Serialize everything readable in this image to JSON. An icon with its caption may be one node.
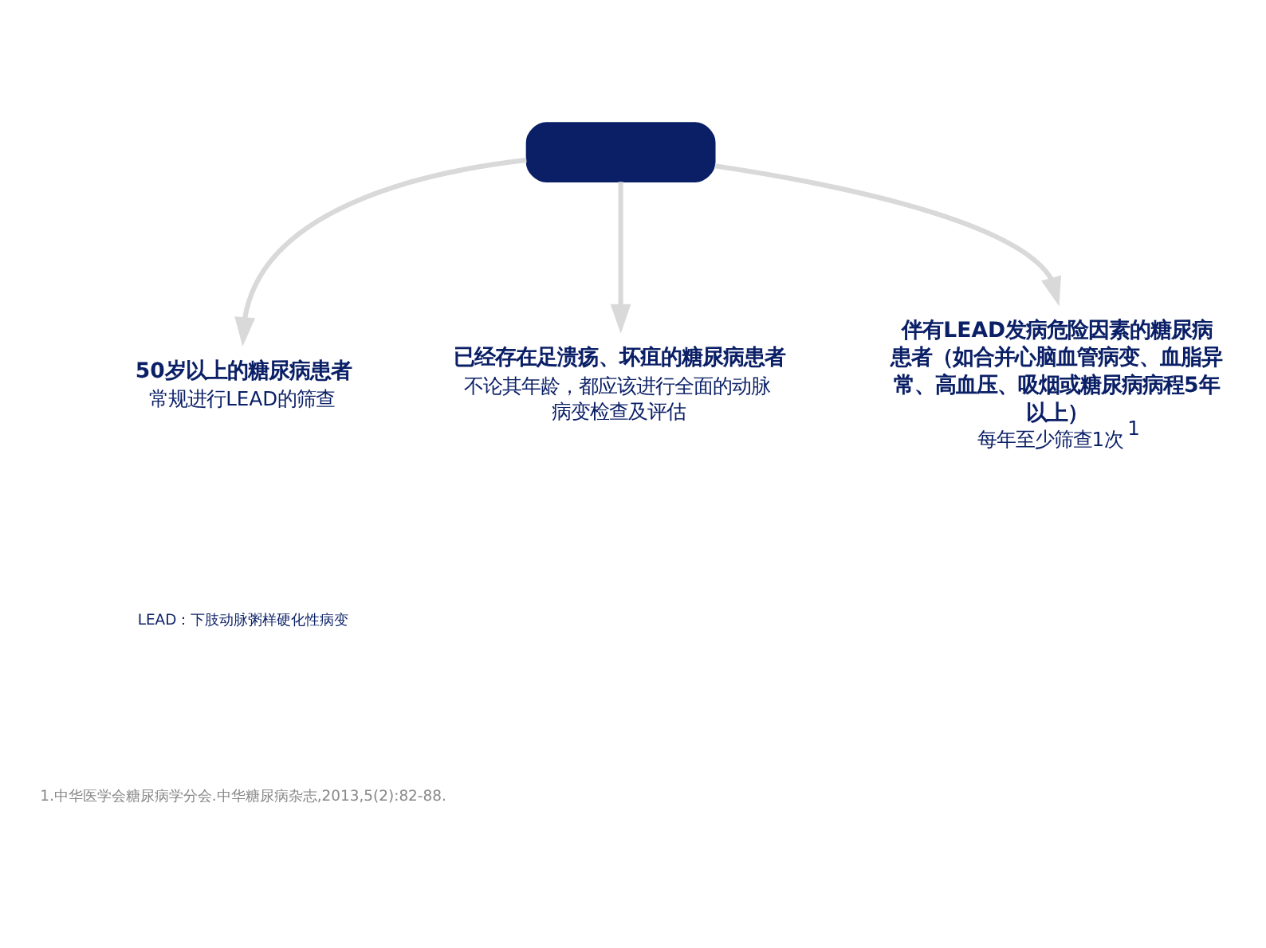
{
  "diagram": {
    "nodes": [
      {
        "text": [],
        "shape": "box"
      },
      {
        "text": [
          "50岁以上的糖尿病患者",
          "常规进行LEAD的筛查"
        ]
      },
      {
        "text": [
          "伴有LEAD发病危险因素的糖尿病患者（如合并心脑血管病变、血脂异常、高血压、吸烟或糖尿病病程5年以上）",
          "每年至少筛查1次$^{1}$"
        ]
      },
      {
        "text": [
          "已经存在足溃疡、坏疽的糖尿病患者",
          "不论其年龄，都应该进行全面的动脉病变检查及评估"
        ]
      }
    ],
    "edges": [
      {
        "from": 0,
        "to": 1,
        "arrow": "to"
      },
      {
        "from": 0,
        "to": 3,
        "arrow": "to"
      },
      {
        "from": 0,
        "to": 2,
        "arrow": "to"
      }
    ],
    "labels": [
      "LEAD：下肢动脉粥样硬化性病变",
      "1.中华医学会糖尿病学分会.中华糖尿病杂志,2013,5(2):82-88."
    ]
  }
}
